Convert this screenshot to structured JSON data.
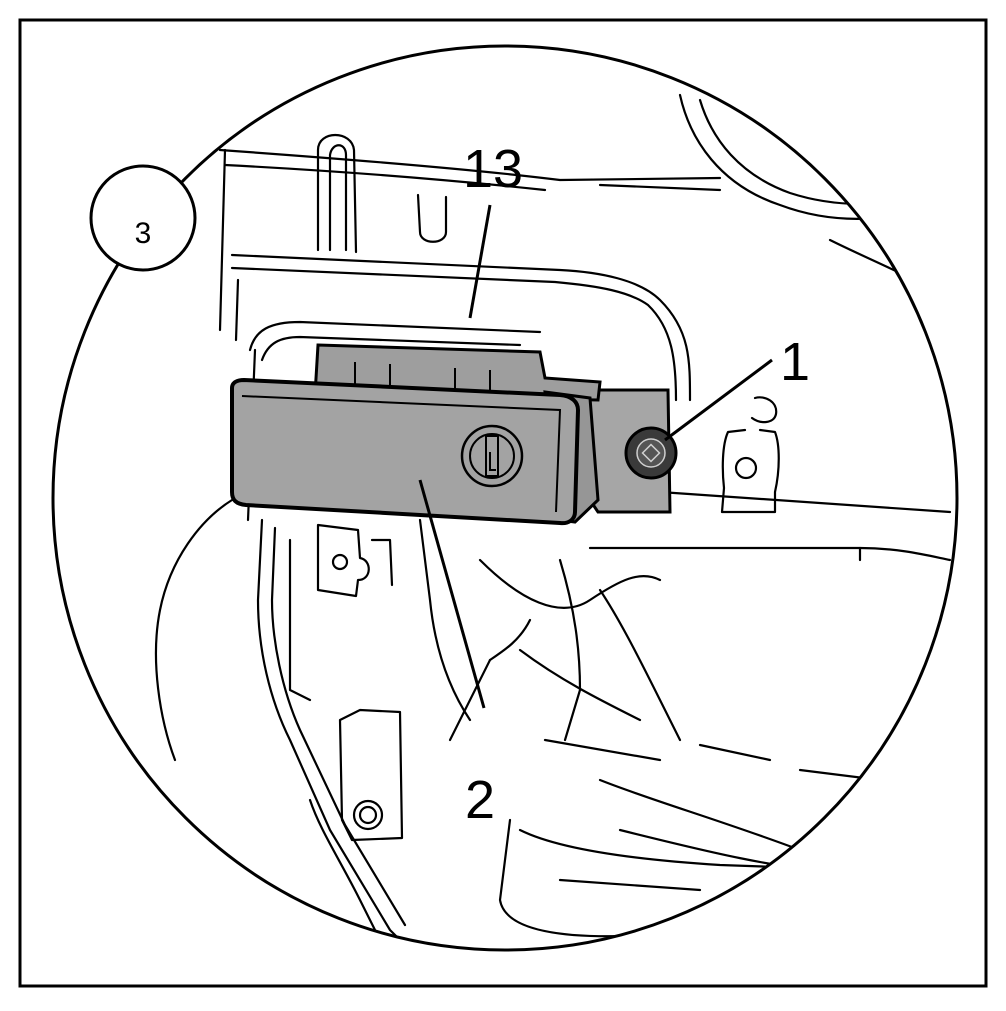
{
  "step_badge": "3",
  "callouts": {
    "screw": "1",
    "release_unit": "2",
    "cable_pull": "13"
  },
  "colors": {
    "line": "#000000",
    "part_fill": "#a6a6a6",
    "part_face": "#a3a3a3",
    "part_top": "#9e9e9e",
    "screw_fill": "#3a3a3a",
    "background": "#ffffff"
  }
}
